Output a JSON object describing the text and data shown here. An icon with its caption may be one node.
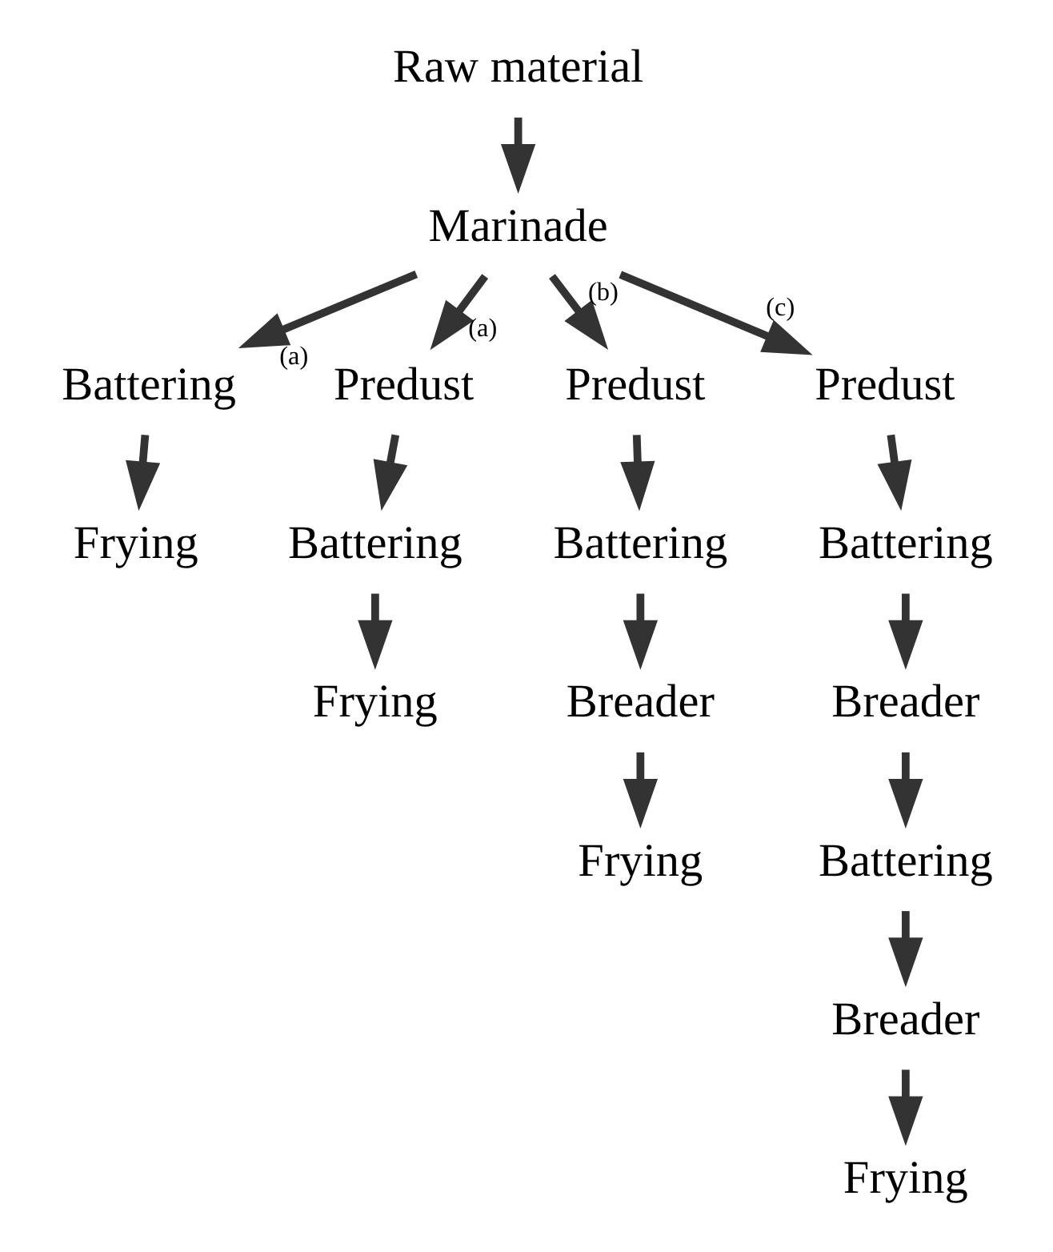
{
  "diagram": {
    "nodes": [
      {
        "text": [
          "Raw material"
        ]
      },
      {
        "text": [
          "Marinade"
        ]
      },
      {
        "text": [
          "Battering"
        ]
      },
      {
        "text": [
          "Frying"
        ]
      },
      {
        "text": [
          "Predust"
        ]
      },
      {
        "text": [
          "Battering"
        ]
      },
      {
        "text": [
          "Frying"
        ]
      },
      {
        "text": [
          "Predust"
        ]
      },
      {
        "text": [
          "Battering"
        ]
      },
      {
        "text": [
          "Breader"
        ]
      },
      {
        "text": [
          "Frying"
        ]
      },
      {
        "text": [
          "Predust"
        ]
      },
      {
        "text": [
          "Battering"
        ]
      },
      {
        "text": [
          "Breader"
        ]
      },
      {
        "text": [
          "Battering"
        ]
      },
      {
        "text": [
          "Breader"
        ]
      },
      {
        "text": [
          "Frying"
        ]
      }
    ],
    "edges": [
      {
        "from": 0,
        "to": 1,
        "arrow": "to"
      },
      {
        "from": 1,
        "to": 2,
        "arrow": "to",
        "label": "(a)"
      },
      {
        "from": 1,
        "to": 4,
        "arrow": "to",
        "label": "(a)"
      },
      {
        "from": 1,
        "to": 7,
        "arrow": "to",
        "label": "(b)"
      },
      {
        "from": 1,
        "to": 11,
        "arrow": "to",
        "label": "(c)"
      },
      {
        "from": 2,
        "to": 3,
        "arrow": "to"
      },
      {
        "from": 4,
        "to": 5,
        "arrow": "to"
      },
      {
        "from": 5,
        "to": 6,
        "arrow": "to"
      },
      {
        "from": 7,
        "to": 8,
        "arrow": "to"
      },
      {
        "from": 8,
        "to": 9,
        "arrow": "to"
      },
      {
        "from": 9,
        "to": 10,
        "arrow": "to"
      },
      {
        "from": 11,
        "to": 12,
        "arrow": "to"
      },
      {
        "from": 12,
        "to": 13,
        "arrow": "to"
      },
      {
        "from": 13,
        "to": 14,
        "arrow": "to"
      },
      {
        "from": 14,
        "to": 15,
        "arrow": "to"
      },
      {
        "from": 15,
        "to": 16,
        "arrow": "to"
      }
    ]
  }
}
